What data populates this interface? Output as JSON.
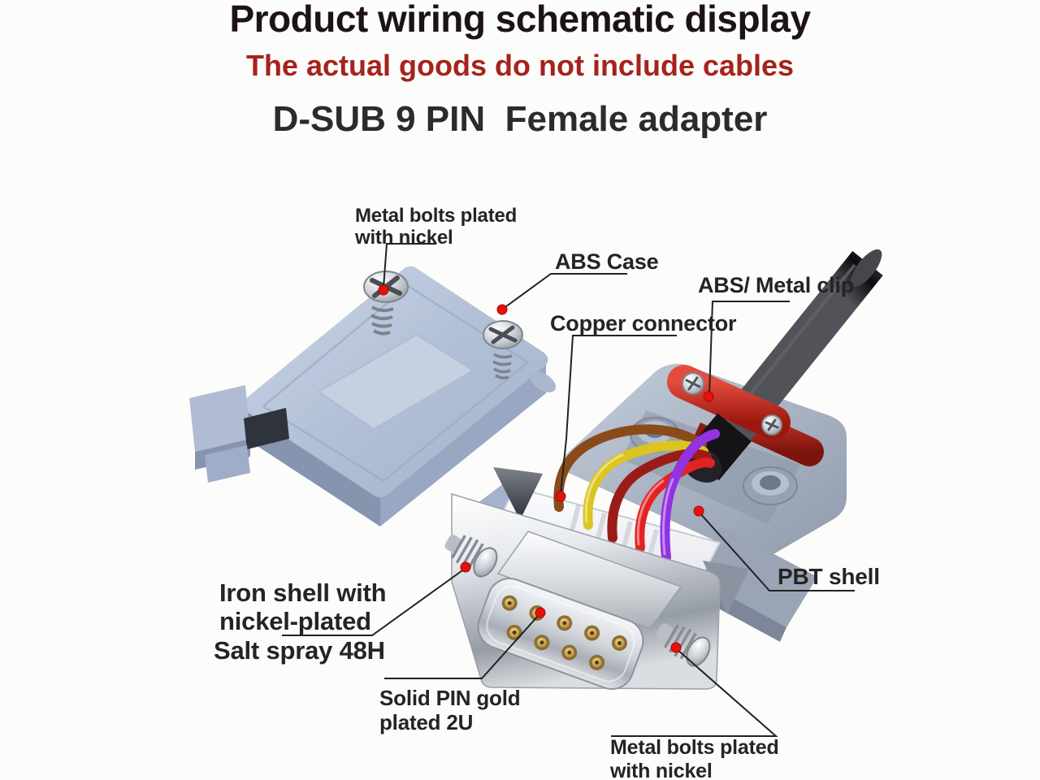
{
  "header": {
    "title": "Product wiring schematic display",
    "subtitle": "The actual goods do not include cables",
    "product_name": "D-SUB 9 PIN  Female adapter"
  },
  "callouts": {
    "metal_bolts_top": {
      "line1": "Metal bolts plated",
      "line2": "with nickel"
    },
    "abs_case": {
      "label": "ABS Case"
    },
    "abs_metal_clip": {
      "label": "ABS/ Metal clip"
    },
    "copper_connector": {
      "label": "Copper connector"
    },
    "pbt_shell": {
      "label": "PBT shell"
    },
    "iron_shell": {
      "line1": "Iron shell with",
      "line2": "nickel-plated"
    },
    "salt_spray": {
      "label": "Salt spray 48H"
    },
    "solid_pin": {
      "line1": "Solid PIN gold",
      "line2": "plated 2U"
    },
    "metal_bolts_bottom": {
      "line1": "Metal bolts plated",
      "line2": "with nickel"
    }
  },
  "colors": {
    "title_text": "#1d1316",
    "warning_text": "#a5231d",
    "product_text": "#2b2b2f",
    "label_text": "#242424",
    "callout_dot": "#e8100c",
    "abs_case_plastic": "#aebcd4",
    "metal_clip_red": "#c22b20",
    "cable_black": "#1a1a1d",
    "pin_gold": "#c79a3e",
    "wires": [
      {
        "color_name": "brown",
        "hex": "#8a4a1a"
      },
      {
        "color_name": "yellow",
        "hex": "#dcc51e"
      },
      {
        "color_name": "dark-red",
        "hex": "#9a1c18"
      },
      {
        "color_name": "red",
        "hex": "#e32222"
      },
      {
        "color_name": "purple",
        "hex": "#9232e0"
      }
    ]
  }
}
